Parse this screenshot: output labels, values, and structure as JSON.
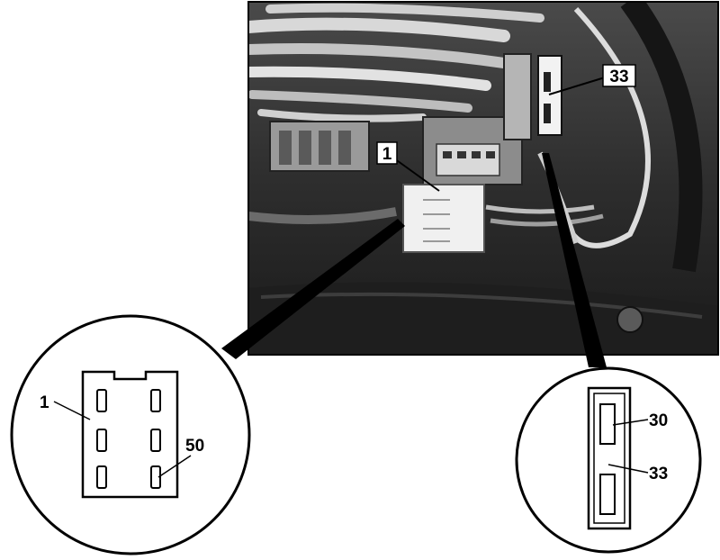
{
  "photo": {
    "callout_1": "1",
    "callout_33": "33"
  },
  "detail_left": {
    "label_1": "1",
    "label_50": "50"
  },
  "detail_right": {
    "label_30": "30",
    "label_33": "33"
  }
}
